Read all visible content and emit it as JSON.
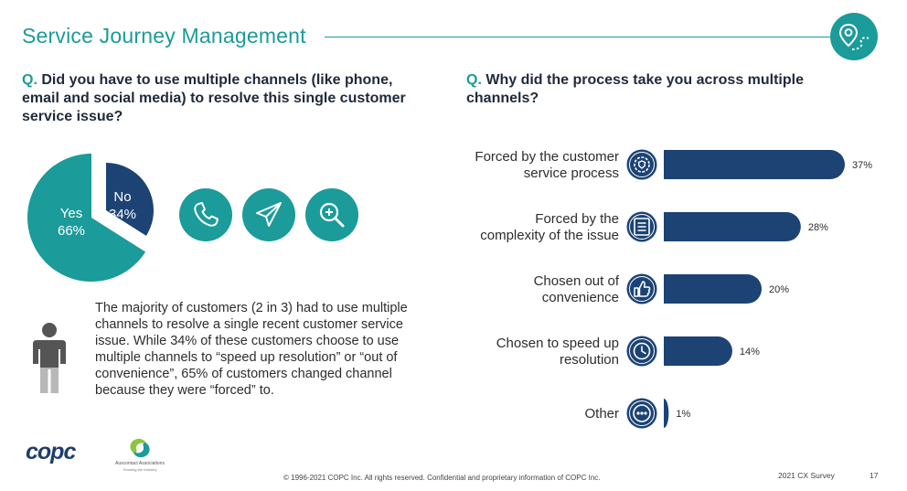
{
  "header": {
    "title": "Service Journey Management"
  },
  "left_question": {
    "prefix": "Q.",
    "text": "Did you have to use multiple channels (like phone, email and social media) to resolve this single customer service issue?"
  },
  "right_question": {
    "prefix": "Q.",
    "text": "Why did the process take you across multiple channels?"
  },
  "channel_icons": [
    "phone-icon",
    "send-icon",
    "search-icon"
  ],
  "summary": "The majority of customers (2 in 3) had to use multiple channels to resolve a single recent customer service issue. While 34% of these customers choose to use multiple channels to “speed up resolution” or “out of convenience”, 65% of customers changed channel because they were “forced” to.",
  "footer": {
    "logo_text": "copc",
    "partner_name": "Auscontact Associations",
    "partner_tagline": "Growing the Industry",
    "copyright": "© 1996-2021 COPC Inc. All rights reserved. Confidential and proprietary information of COPC Inc.",
    "survey": "2021 CX Survey",
    "page": "17"
  },
  "colors": {
    "teal": "#1b9b9a",
    "navy": "#1c4374"
  },
  "chart_data": [
    {
      "type": "pie",
      "slices": [
        {
          "label": "Yes",
          "value": 66,
          "display": "66%",
          "color": "#1b9b9a"
        },
        {
          "label": "No",
          "value": 34,
          "display": "34%",
          "color": "#1c4374"
        }
      ]
    },
    {
      "type": "bar",
      "orientation": "horizontal",
      "categories": [
        [
          "Forced by the customer",
          "service process"
        ],
        [
          "Forced by the",
          "complexity of the issue"
        ],
        [
          "Chosen out of",
          "convenience"
        ],
        [
          "Chosen to speed up",
          "resolution"
        ],
        [
          "Other"
        ]
      ],
      "icons": [
        "gear-shield-icon",
        "list-icon",
        "thumbs-up-icon",
        "clock-icon",
        "more-icon"
      ],
      "values": [
        37,
        28,
        20,
        14,
        1
      ],
      "value_labels": [
        "37%",
        "28%",
        "20%",
        "14%",
        "1%"
      ],
      "xlim": [
        0,
        37
      ],
      "color": "#1c4374"
    }
  ]
}
